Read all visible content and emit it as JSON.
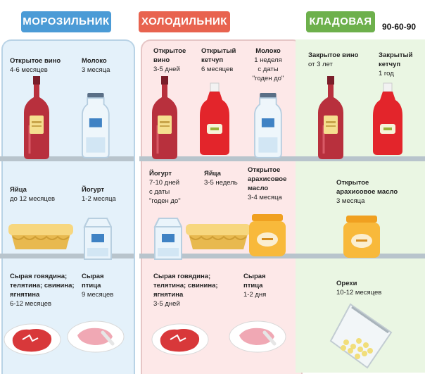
{
  "headers": {
    "freezer": "МОРОЗИЛЬНИК",
    "fridge": "ХОЛОДИЛЬНИК",
    "pantry": "КЛАДОВАЯ"
  },
  "brand_tag": "90-60-90",
  "colors": {
    "freezer": "#4b9bd6",
    "fridge": "#e8634f",
    "pantry": "#6db04c"
  },
  "freezer": {
    "wine": {
      "name": "Открытое вино",
      "time": "4-6 месяцев"
    },
    "milk": {
      "name": "Молоко",
      "time": "3 месяца"
    },
    "eggs": {
      "name": "Яйца",
      "time": "до 12 месяцев"
    },
    "yogurt": {
      "name": "Йогурт",
      "time": "1-2 месяца"
    },
    "meat": {
      "line1": "Сырая говядина;",
      "line2": "телятина; свинина;",
      "line3": "ягнятина",
      "time": "6-12 месяцев"
    },
    "poultry": {
      "line1": "Сырая",
      "line2": "птица",
      "time": "9 месяцев"
    }
  },
  "fridge": {
    "wine": {
      "line1": "Открытое",
      "line2": "вино",
      "time": "3-5 дней"
    },
    "ketchup": {
      "line1": "Открытый",
      "line2": "кетчуп",
      "time": "6 месяцев"
    },
    "milk": {
      "line1": "Молоко",
      "line2": "1 неделя",
      "line3": "с даты",
      "line4": "\"годен до\""
    },
    "yogurt": {
      "line1": "Йогурт",
      "line2": "7-10 дней",
      "line3": "с даты",
      "line4": "\"годен до\""
    },
    "eggs": {
      "name": "Яйца",
      "time": "3-5 недель"
    },
    "peanut": {
      "line1": "Открытое",
      "line2": "арахисовое",
      "line3": "масло",
      "time": "3-4 месяца"
    },
    "meat": {
      "line1": "Сырая говядина;",
      "line2": "телятина; свинина;",
      "line3": "ягнятина",
      "time": "3-5 дней"
    },
    "poultry": {
      "line1": "Сырая",
      "line2": "птица",
      "time": "1-2 дня"
    }
  },
  "pantry": {
    "wine": {
      "name": "Закрытое вино",
      "time": "от 3 лет"
    },
    "ketchup": {
      "line1": "Закрытый",
      "line2": "кетчуп",
      "time": "1 год"
    },
    "peanut": {
      "line1": "Открытое",
      "line2": "арахисовое масло",
      "time": "3 месяца"
    },
    "nuts": {
      "name": "Орехи",
      "time": "10-12 месяцев"
    }
  }
}
